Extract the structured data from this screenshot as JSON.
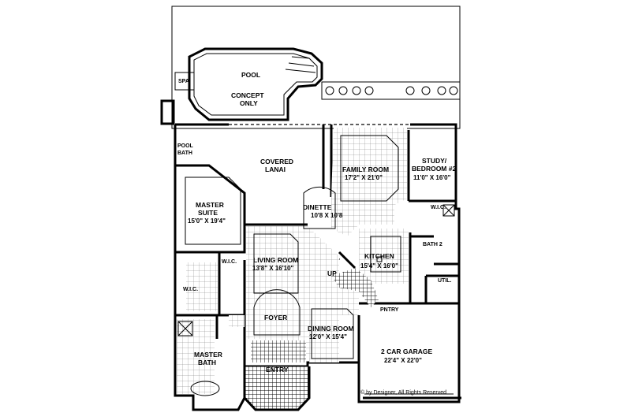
{
  "labels": {
    "pool": "POOL",
    "concept": "CONCEPT",
    "only": "ONLY",
    "spa": "SPA",
    "pool_bath_1": "POOL",
    "pool_bath_2": "BATH",
    "covered_1": "COVERED",
    "covered_2": "LANAI",
    "family_room": "FAMILY ROOM",
    "family_room_dim": "17'2\" X 21'0\"",
    "study_1": "STUDY/",
    "study_2": "BEDROOM #2",
    "study_dim": "11'0\" X 16'0\"",
    "master_1": "MASTER",
    "master_2": "SUITE",
    "master_dim": "15'0\" X 19'4\"",
    "dinette": "DINETTE",
    "dinette_dim": "10'8 X 10'8",
    "wic_study": "W.I.C.",
    "bath2": "BATH 2",
    "living_room": "LIVING ROOM",
    "living_room_dim": "13'8\" X 16'10\"",
    "wic_master_small": "W.I.C.",
    "wic_master": "W.I.C.",
    "kitchen": "KITCHEN",
    "kitchen_dim": "15'4\" X 16'0\"",
    "up": "UP",
    "util": "UTIL.",
    "foyer": "FOYER",
    "pntry": "PNTRY",
    "dining_room": "DINING ROOM",
    "dining_room_dim": "12'0\" X 15'4\"",
    "garage": "2 CAR GARAGE",
    "garage_dim": "22'4\" X 22'0\"",
    "master_bath_1": "MASTER",
    "master_bath_2": "BATH",
    "entry": "ENTRY",
    "copyright": "© by Designer, All Rights Reserved"
  }
}
